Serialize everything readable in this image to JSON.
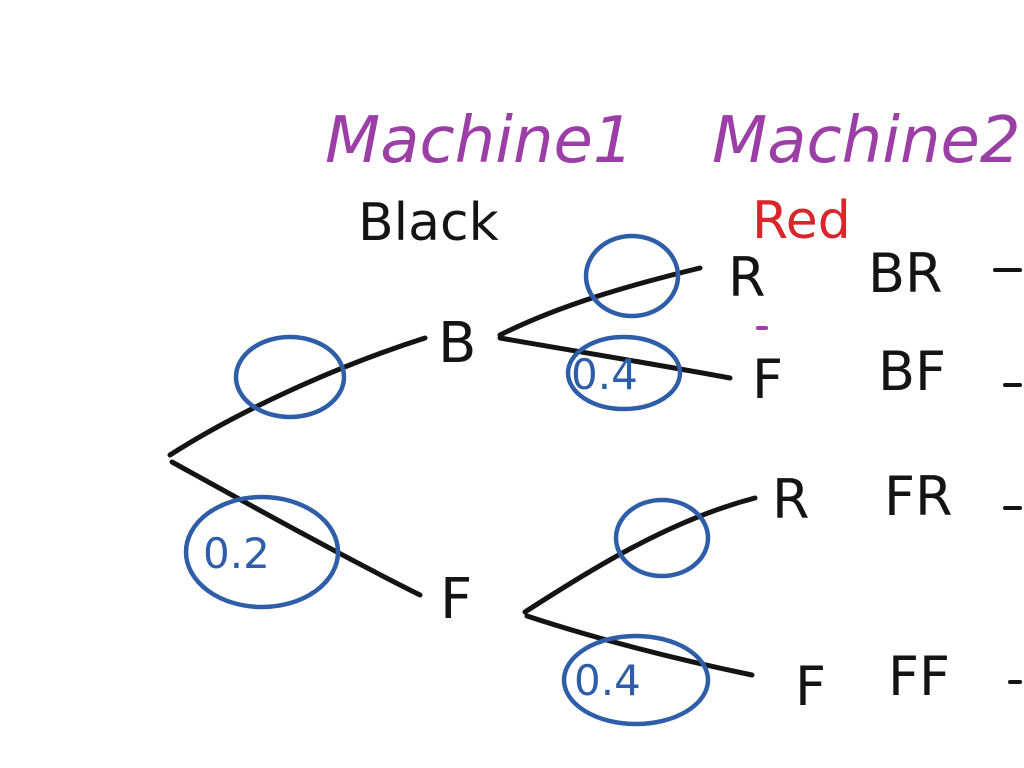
{
  "colors": {
    "ink": "#141414",
    "purple": "#9b3fa6",
    "red": "#d8262a",
    "blue": "#2e5ea8",
    "background": "#ffffff"
  },
  "headers": {
    "machine1": "Machine1",
    "machine2": "Machine2",
    "machine1_color": "Black",
    "machine2_color": "Red"
  },
  "tree": {
    "first_level": [
      {
        "label": "B",
        "probability": ""
      },
      {
        "label": "F",
        "probability": "0.2"
      }
    ],
    "second_level_after_B": [
      {
        "label": "R",
        "probability": ""
      },
      {
        "label": "F",
        "probability": "0.4"
      }
    ],
    "second_level_after_F": [
      {
        "label": "R",
        "probability": ""
      },
      {
        "label": "F",
        "probability": "0.4"
      }
    ]
  },
  "outcomes": [
    "BR",
    "BF",
    "FR",
    "FF"
  ]
}
